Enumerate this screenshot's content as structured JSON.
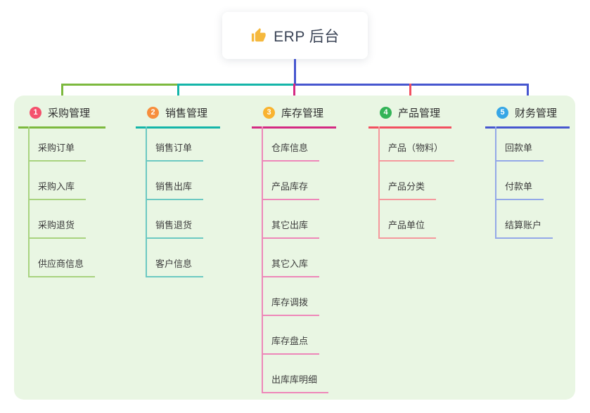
{
  "root": {
    "title": "ERP 后台",
    "icon": "thumbs-up-icon",
    "icon_color": "#f5b83d",
    "connector_color": "#4656cf"
  },
  "panel": {
    "bg": "#e9f6e3"
  },
  "branches": [
    {
      "num": "1",
      "label": "采购管理",
      "badge_color": "#f4516c",
      "accent": "#7cb93e",
      "light": "#a8d37f",
      "children": [
        "采购订单",
        "采购入库",
        "采购退货",
        "供应商信息"
      ]
    },
    {
      "num": "2",
      "label": "销售管理",
      "badge_color": "#f78e3d",
      "accent": "#14b5a9",
      "light": "#6cc9c2",
      "children": [
        "销售订单",
        "销售出库",
        "销售退货",
        "客户信息"
      ]
    },
    {
      "num": "3",
      "label": "库存管理",
      "badge_color": "#f9b32f",
      "accent": "#d42a82",
      "light": "#ee87b9",
      "children": [
        "仓库信息",
        "产品库存",
        "其它出库",
        "其它入库",
        "库存调拨",
        "库存盘点",
        "出库库明细"
      ]
    },
    {
      "num": "4",
      "label": "产品管理",
      "badge_color": "#33b457",
      "accent": "#f25060",
      "light": "#f5989d",
      "children": [
        "产品（物料）",
        "产品分类",
        "产品单位"
      ]
    },
    {
      "num": "5",
      "label": "财务管理",
      "badge_color": "#36a6e6",
      "accent": "#4656cf",
      "light": "#93a8e8",
      "children": [
        "回款单",
        "付款单",
        "结算账户"
      ]
    }
  ]
}
